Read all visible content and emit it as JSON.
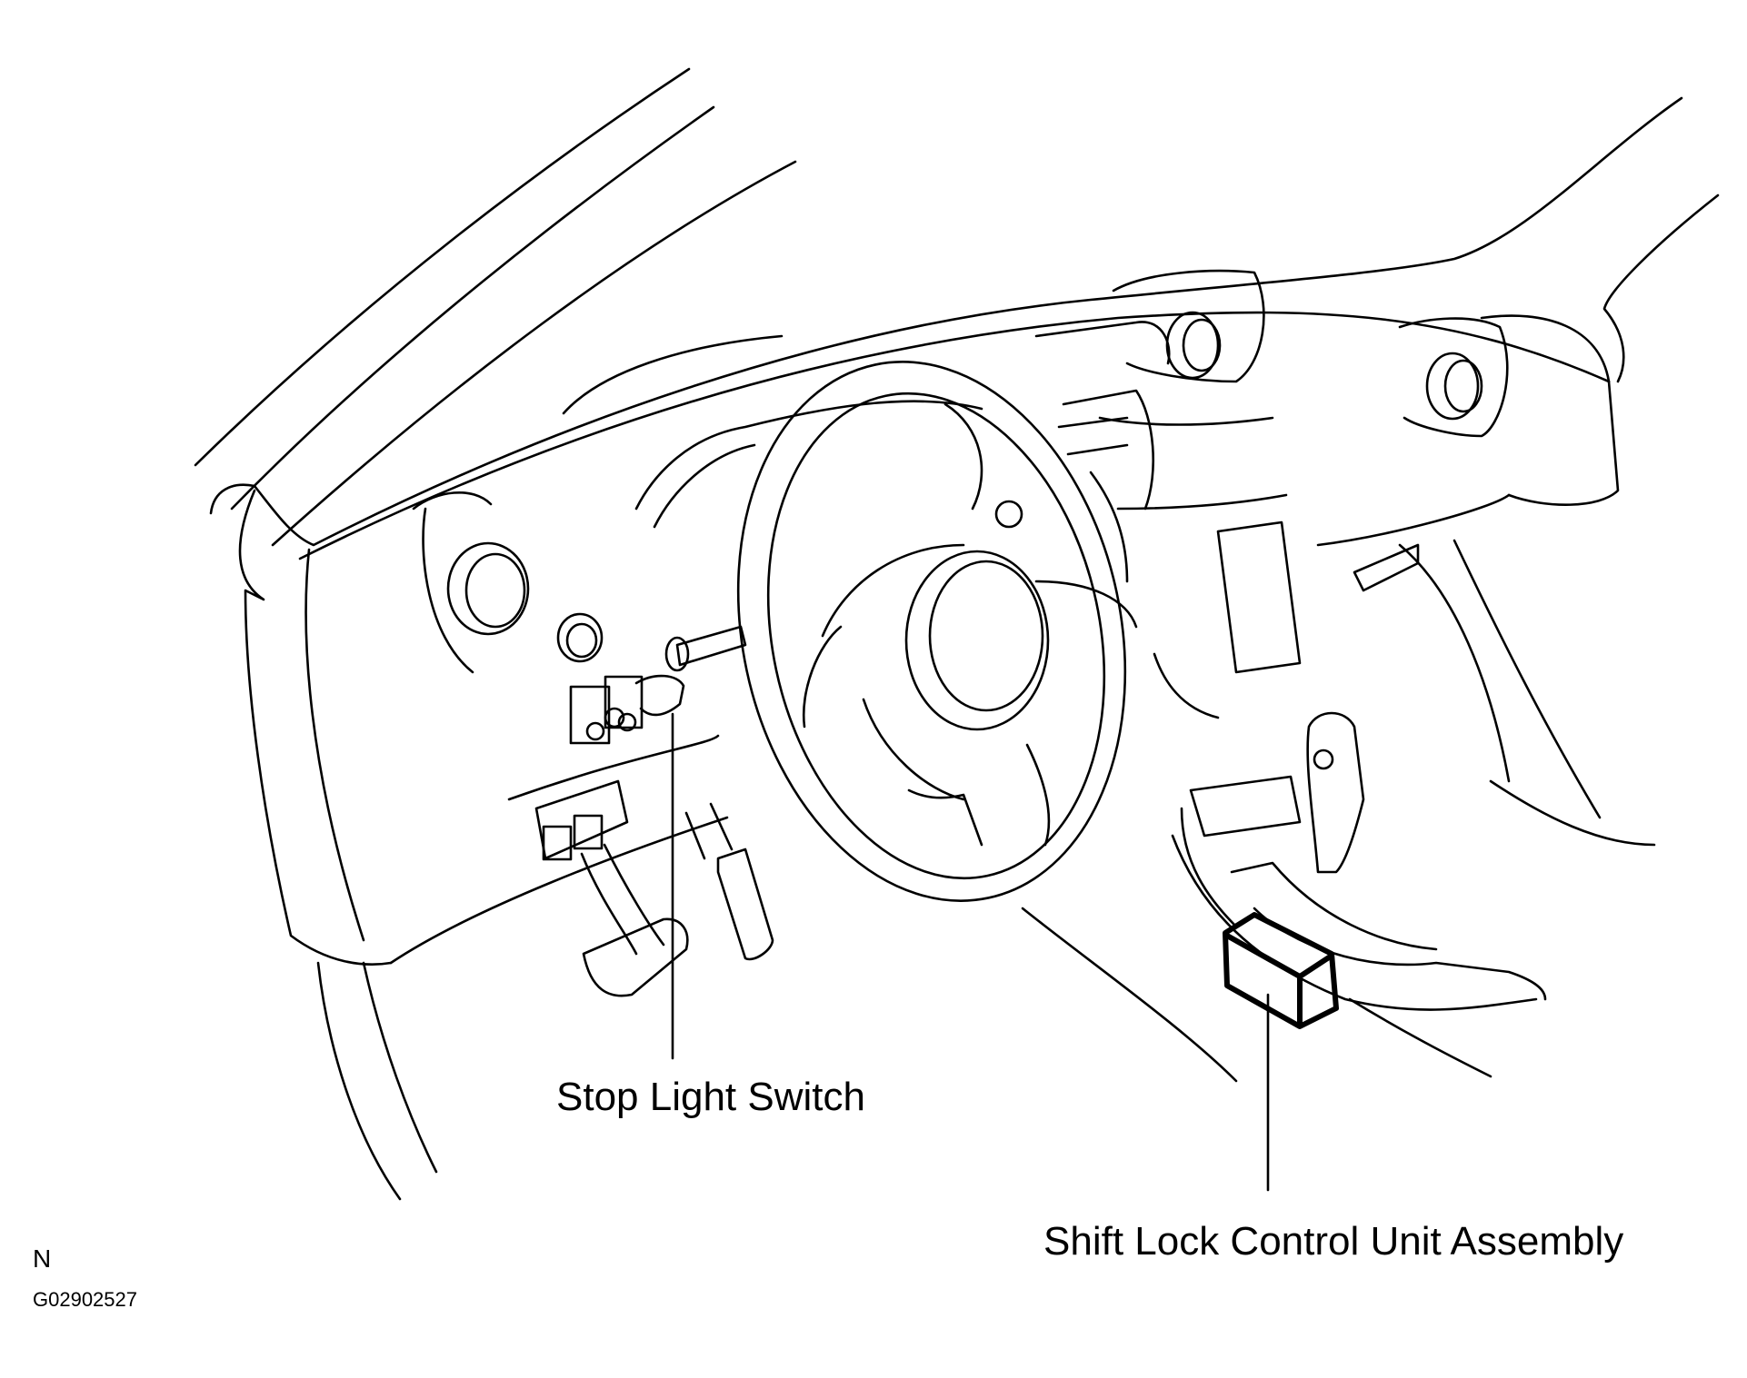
{
  "diagram": {
    "labels": {
      "stop_light_switch": "Stop Light Switch",
      "shift_lock_control_unit": "Shift Lock Control Unit Assembly"
    },
    "view_code": "N",
    "figure_code": "G02902527"
  }
}
